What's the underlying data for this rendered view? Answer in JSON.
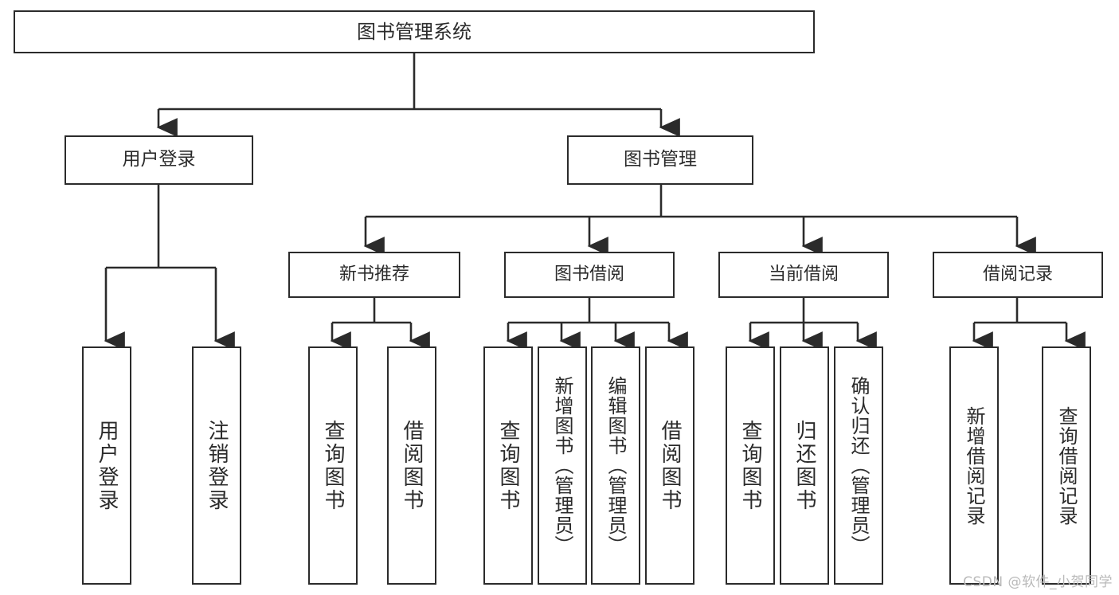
{
  "diagram": {
    "title": "图书管理系统",
    "type": "hierarchy-tree",
    "watermark": "CSDN @软件_小贺同学",
    "colors": {
      "box_border": "#2b2b2b",
      "box_fill": "#ffffff",
      "edge": "#2b2b2b",
      "text": "#2b2b2b",
      "watermark": "#b9b9b9"
    },
    "nodes": {
      "root": {
        "label": "图书管理系统"
      },
      "level2": [
        {
          "label": "用户登录"
        },
        {
          "label": "图书管理"
        }
      ],
      "level3": [
        {
          "label": "新书推荐"
        },
        {
          "label": "图书借阅"
        },
        {
          "label": "当前借阅"
        },
        {
          "label": "借阅记录"
        }
      ],
      "leaves": {
        "user_login": [
          {
            "label": "用户登录"
          },
          {
            "label": "注销登录"
          }
        ],
        "new_book_recommend": [
          {
            "label": "查询图书"
          },
          {
            "label": "借阅图书"
          }
        ],
        "book_borrow": [
          {
            "label": "查询图书"
          },
          {
            "label": "新增图书（管理员）"
          },
          {
            "label": "编辑图书（管理员）"
          },
          {
            "label": "借阅图书"
          }
        ],
        "current_borrow": [
          {
            "label": "查询图书"
          },
          {
            "label": "归还图书"
          },
          {
            "label": "确认归还（管理员）"
          }
        ],
        "borrow_record": [
          {
            "label": "新增借阅记录"
          },
          {
            "label": "查询借阅记录"
          }
        ]
      }
    }
  }
}
